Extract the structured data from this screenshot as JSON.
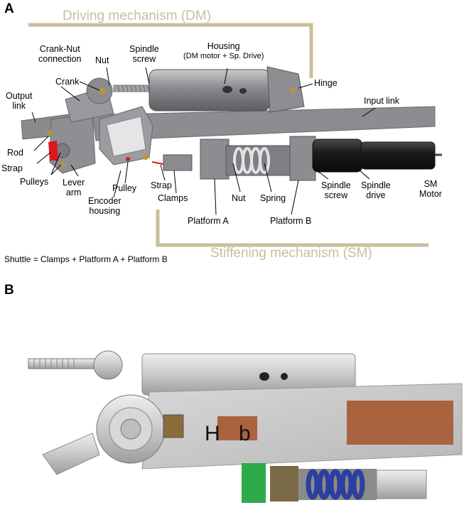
{
  "panel_a": {
    "letter": "A",
    "dm_title": "Driving mechanism (DM)",
    "sm_title": "Stiffening mechanism (SM)",
    "labels": {
      "crank_nut": "Crank-Nut",
      "connection": "connection",
      "nut_top": "Nut",
      "spindle": "Spindle",
      "screw": "screw",
      "housing": "Housing",
      "housing_sub": "(DM motor + Sp. Drive)",
      "hinge": "Hinge",
      "crank": "Crank",
      "output": "Output",
      "link": "link",
      "input_link": "Input link",
      "rod": "Rod",
      "strap_left": "Strap",
      "pulleys": "Pulleys",
      "lever": "Lever",
      "arm": "arm",
      "pulley": "Pulley",
      "encoder": "Encoder",
      "housing2": "housing",
      "strap_mid": "Strap",
      "clamps": "Clamps",
      "nut_bottom": "Nut",
      "spring": "Spring",
      "platform_a": "Platform A",
      "platform_b": "Platform B",
      "spindle2": "Spindle",
      "screw2": "screw",
      "spindle3": "Spindle",
      "drive": "drive",
      "sm": "SM",
      "motor": "Motor"
    },
    "shuttle_note": "Shuttle = Clamps + Platform A + Platform B"
  },
  "panel_b": {
    "letter": "B",
    "plate_marks": [
      "H",
      "b"
    ]
  },
  "colors": {
    "mechanism_label": "#c8bf9c",
    "cad_gray": "#8f8f93",
    "strap_red": "#e0161b",
    "motor_black": "#1a1a1a",
    "tape_brown": "#a9633f",
    "spring_blue": "#2d3f9e",
    "connector_green": "#2faa4a"
  }
}
